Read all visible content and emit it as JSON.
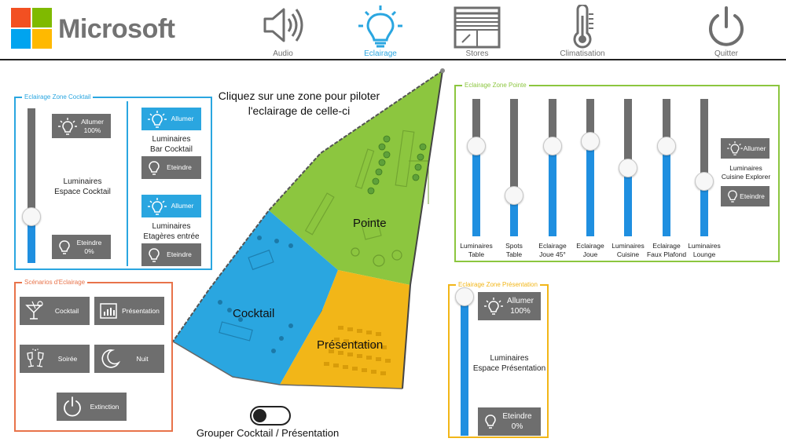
{
  "header": {
    "brand": "Microsoft",
    "nav": [
      {
        "label": "Audio",
        "icon": "speaker-icon"
      },
      {
        "label": "Eclairage",
        "icon": "bulb-icon",
        "active": true
      },
      {
        "label": "Stores",
        "icon": "blinds-icon"
      },
      {
        "label": "Climatisation",
        "icon": "thermometer-icon"
      },
      {
        "label": "Quitter",
        "icon": "power-icon"
      }
    ]
  },
  "colors": {
    "cocktail": "#2aa6e0",
    "pointe": "#8cc63f",
    "presentation": "#f2b618",
    "scenarios": "#e8734a",
    "button": "#6e6e6e",
    "fill": "#1f8fe0"
  },
  "cocktail_panel": {
    "title": "Eclairage Zone Cocktail",
    "main": {
      "on_label": "Allumer",
      "on_value": "100%",
      "label_l1": "Luminaires",
      "label_l2": "Espace Cocktail",
      "off_label": "Eteindre",
      "off_value": "0%",
      "level": 0.3
    },
    "bar": {
      "on_label": "Allumer",
      "label_l1": "Luminaires",
      "label_l2": "Bar Cocktail",
      "off_label": "Eteindre"
    },
    "shelves": {
      "on_label": "Allumer",
      "label_l1": "Luminaires",
      "label_l2": "Etagères entrée",
      "off_label": "Eteindre"
    }
  },
  "scenarios_panel": {
    "title": "Scénarios d'Eclairage",
    "items": [
      {
        "label": "Cocktail",
        "icon": "cocktail-glass-icon"
      },
      {
        "label": "Présentation",
        "icon": "bar-chart-icon"
      },
      {
        "label": "Soirée",
        "icon": "champagne-icon"
      },
      {
        "label": "Nuit",
        "icon": "moon-icon"
      },
      {
        "label": "Extinction",
        "icon": "power-icon"
      }
    ]
  },
  "center": {
    "instruction_l1": "Cliquez sur une zone pour piloter",
    "instruction_l2": "l'eclairage de celle-ci",
    "zones": {
      "pointe": "Pointe",
      "cocktail": "Cocktail",
      "presentation": "Présentation"
    },
    "group_label": "Grouper Cocktail / Présentation"
  },
  "pointe_panel": {
    "title": "Eclairage Zone Pointe",
    "sliders": [
      {
        "l1": "Luminaires",
        "l2": "Table",
        "level": 0.66
      },
      {
        "l1": "Spots",
        "l2": "Table",
        "level": 0.3
      },
      {
        "l1": "Eclairage",
        "l2": "Joue 45°",
        "level": 0.66
      },
      {
        "l1": "Eclairage",
        "l2": "Joue",
        "level": 0.69
      },
      {
        "l1": "Luminaires",
        "l2": "Cuisine",
        "level": 0.5
      },
      {
        "l1": "Eclairage",
        "l2": "Faux Plafond",
        "level": 0.66
      },
      {
        "l1": "Luminaires",
        "l2": "Lounge",
        "level": 0.4
      }
    ],
    "explorer": {
      "on_label": "Allumer",
      "label_l1": "Luminaires",
      "label_l2": "Cuisine Explorer",
      "off_label": "Eteindre"
    }
  },
  "presentation_panel": {
    "title": "Eclairage Zone Présentation",
    "main": {
      "on_label": "Allumer",
      "on_value": "100%",
      "label_l1": "Luminaires",
      "label_l2": "Espace Présentation",
      "off_label": "Eteindre",
      "off_value": "0%",
      "level": 0.98
    }
  }
}
